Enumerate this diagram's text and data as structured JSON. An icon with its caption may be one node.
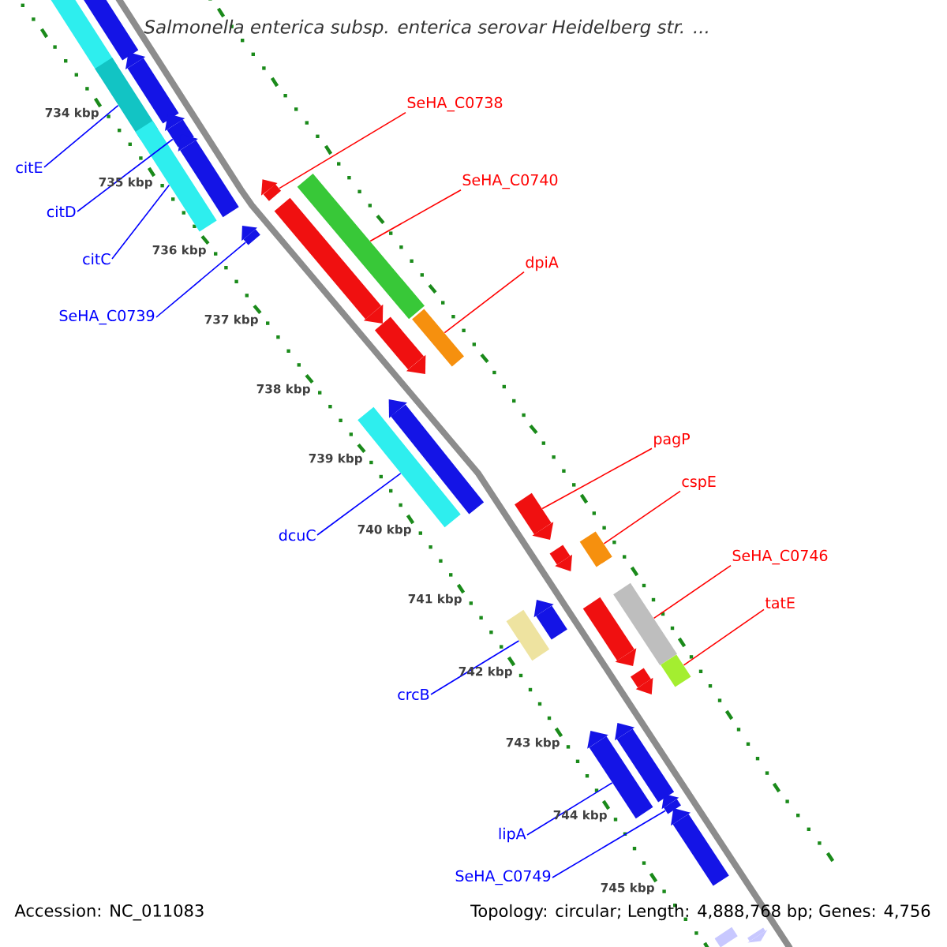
{
  "diagram": {
    "title": "Salmonella enterica subsp. enterica serovar Heidelberg str. ...",
    "nodes": [
      {
        "text": [
          "citE"
        ]
      },
      {
        "text": [],
        "shape": "arrow"
      },
      {
        "text": [
          "SeHA_C0738"
        ]
      },
      {
        "text": [],
        "shape": "arrow"
      },
      {
        "text": [
          "citD"
        ]
      },
      {
        "text": [],
        "shape": "arrow"
      },
      {
        "text": [
          "SeHA_C0740"
        ]
      },
      {
        "text": [],
        "shape": "box"
      },
      {
        "text": [
          "citC"
        ]
      },
      {
        "text": [],
        "shape": "arrow"
      },
      {
        "text": [
          "dpiA"
        ]
      },
      {
        "text": [],
        "shape": "arrow"
      },
      {
        "text": [
          "SeHA_C0739"
        ]
      },
      {
        "text": [],
        "shape": "arrow"
      },
      {
        "text": [
          "pagP"
        ]
      },
      {
        "text": [],
        "shape": "arrow"
      },
      {
        "text": [
          "cspE"
        ]
      },
      {
        "text": [],
        "shape": "box"
      },
      {
        "text": [
          "dcuC"
        ]
      },
      {
        "text": [],
        "shape": "box"
      },
      {
        "text": [
          "SeHA_C0746"
        ]
      },
      {
        "text": [],
        "shape": "box"
      },
      {
        "text": [
          "tatE"
        ]
      },
      {
        "text": [],
        "shape": "box"
      },
      {
        "text": [
          "crcB"
        ]
      },
      {
        "text": [],
        "shape": "box"
      },
      {
        "text": [
          "lipA"
        ]
      },
      {
        "text": [],
        "shape": "arrow"
      },
      {
        "text": [
          "SeHA_C0749"
        ]
      },
      {
        "text": [],
        "shape": "arrow"
      },
      {
        "text": [],
        "shape": "box"
      },
      {
        "text": [],
        "shape": "box"
      },
      {
        "text": [],
        "shape": "box"
      },
      {
        "text": [],
        "shape": "box"
      },
      {
        "text": [],
        "shape": "arrow"
      },
      {
        "text": [],
        "shape": "arrow"
      },
      {
        "text": [],
        "shape": "arrow"
      },
      {
        "text": [],
        "shape": "arrow"
      },
      {
        "text": [],
        "shape": "arrow"
      },
      {
        "text": [],
        "shape": "arrow"
      },
      {
        "text": [],
        "shape": "arrow"
      },
      {
        "text": [],
        "shape": "arrow"
      },
      {
        "text": [],
        "shape": "arrow"
      },
      {
        "text": [],
        "shape": "arrow"
      },
      {
        "text": [],
        "shape": "box"
      }
    ],
    "edges": [
      {
        "from": 0,
        "to": 31,
        "arrow": "none",
        "color": "#0000ff"
      },
      {
        "from": 2,
        "to": 3,
        "arrow": "none",
        "color": "#ff0000"
      },
      {
        "from": 4,
        "to": 5,
        "arrow": "none",
        "color": "#0000ff"
      },
      {
        "from": 6,
        "to": 7,
        "arrow": "none",
        "color": "#ff0000"
      },
      {
        "from": 8,
        "to": 32,
        "arrow": "none",
        "color": "#0000ff"
      },
      {
        "from": 10,
        "to": 44,
        "arrow": "none",
        "color": "#ff0000"
      },
      {
        "from": 12,
        "to": 13,
        "arrow": "none",
        "color": "#0000ff"
      },
      {
        "from": 14,
        "to": 15,
        "arrow": "none",
        "color": "#ff0000"
      },
      {
        "from": 16,
        "to": 17,
        "arrow": "none",
        "color": "#ff0000"
      },
      {
        "from": 18,
        "to": 19,
        "arrow": "none",
        "color": "#0000ff"
      },
      {
        "from": 20,
        "to": 21,
        "arrow": "none",
        "color": "#ff0000"
      },
      {
        "from": 22,
        "to": 23,
        "arrow": "none",
        "color": "#ff0000"
      },
      {
        "from": 24,
        "to": 25,
        "arrow": "none",
        "color": "#0000ff"
      },
      {
        "from": 26,
        "to": 27,
        "arrow": "none",
        "color": "#0000ff"
      },
      {
        "from": 28,
        "to": 29,
        "arrow": "none",
        "color": "#0000ff"
      }
    ],
    "labels": [
      "734 kbp",
      "735 kbp",
      "736 kbp",
      "737 kbp",
      "738 kbp",
      "739 kbp",
      "740 kbp",
      "741 kbp",
      "742 kbp",
      "743 kbp",
      "744 kbp",
      "745 kbp",
      "Accession: NC_011083",
      "Topology: circular; Length: 4,888,768 bp; Genes: 4,756"
    ]
  }
}
